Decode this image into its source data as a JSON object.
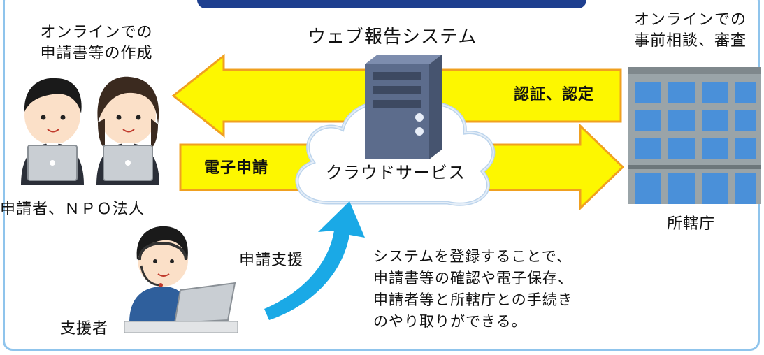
{
  "applicant_caption": [
    "オンラインでの",
    "申請書等の作成"
  ],
  "system_title": "ウェブ報告システム",
  "office_caption": [
    "オンラインでの",
    "事前相談、審査"
  ],
  "arrow_left_label": "認証、認定",
  "arrow_right_label": "電子申請",
  "cloud_label": "クラウドサービス",
  "applicants_label": "申請者、ＮＰＯ法人",
  "office_label": "所轄庁",
  "support_label": "申請支援",
  "supporter_label": "支援者",
  "benefit_text": [
    "システムを登録することで、",
    "申請書等の確認や電子保存、",
    "申請者等と所轄庁との手続き",
    "のやり取りができる。"
  ],
  "colors": {
    "frame": "#8fc4ec",
    "title_bar": "#1e3f8f",
    "arrow_fill": "#fdf700",
    "arrow_edge": "#f0a020",
    "support_arrow": "#1aa9e6",
    "server": "#5a6b8c"
  }
}
